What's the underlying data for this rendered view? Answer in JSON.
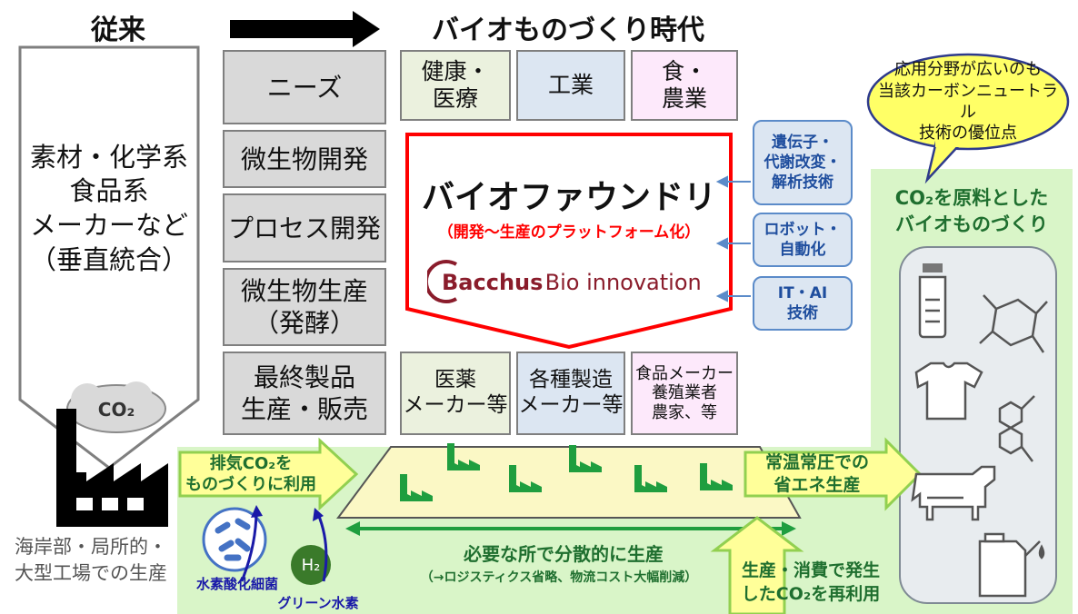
{
  "header": {
    "conventional": "従来",
    "bio_era": "バイオものづくり時代"
  },
  "conventional_box": {
    "text": "素材・化学系\n食品系\nメーカーなど\n（垂直統合）",
    "co2_cloud": "CO₂",
    "factory_caption": "海岸部・局所的・\n大型工場での生産"
  },
  "process_steps": [
    "ニーズ",
    "微生物開発",
    "プロセス開発",
    "微生物生産\n（発酵）",
    "最終製品\n生産・販売"
  ],
  "domains_top": [
    {
      "label": "健康・\n医療",
      "color": "#ebf1de"
    },
    {
      "label": "工業",
      "color": "#dce6f2"
    },
    {
      "label": "食・\n農業",
      "color": "#fde9fb"
    }
  ],
  "domains_bottom": [
    {
      "label": "医薬\nメーカー等",
      "color": "#ebf1de"
    },
    {
      "label": "各種製造\nメーカー等",
      "color": "#dce6f2"
    },
    {
      "label": "食品メーカー\n養殖業者\n農家、等",
      "color": "#fde9fb"
    }
  ],
  "foundry": {
    "title": "バイオファウンドリ",
    "subtitle": "（開発～生産のプラットフォーム化）",
    "logo_bold": "Bacchus",
    "logo_rest": " Bio innovation"
  },
  "side_techs": [
    "遺伝子・\n代謝改変・\n解析技術",
    "ロボット・\n自動化",
    "IT・AI\n技術"
  ],
  "speech_bubble": "応用分野が広いのも\n当該カーボンニュートラル\n技術の優位点",
  "co2_panel_title": "CO₂を原料とした\nバイオものづくり",
  "arrows": {
    "exhaust_co2": "排気CO₂を\nものづくりに利用",
    "ambient": "常温常圧での\n省エネ生産",
    "reuse": "生産・消費で発生\nしたCO₂を再利用"
  },
  "distributed": {
    "main": "必要な所で分散的に生産",
    "sub": "（→ロジスティクス省略、物流コスト大幅削減）"
  },
  "bacteria_label": "水素酸化細菌",
  "green_h2_label": "グリーン水素",
  "h2_symbol": "H₂",
  "panel_icons": [
    "bottle-icon",
    "molecule-icon",
    "tshirt-icon",
    "hexagon-molecule-icon",
    "cow-icon",
    "fuel-can-icon"
  ],
  "colors": {
    "foundry_border": "#ff0000",
    "subtitle": "#ff0000",
    "green_band": "#d9f5c8",
    "factory_green": "#1f9e3f",
    "arrow_fill": "#ffff99",
    "arrow_stroke": "#92d050",
    "bubble_fill": "#ffff66",
    "side_text": "#1f4e9e",
    "logo_red": "#8a1c2b"
  }
}
